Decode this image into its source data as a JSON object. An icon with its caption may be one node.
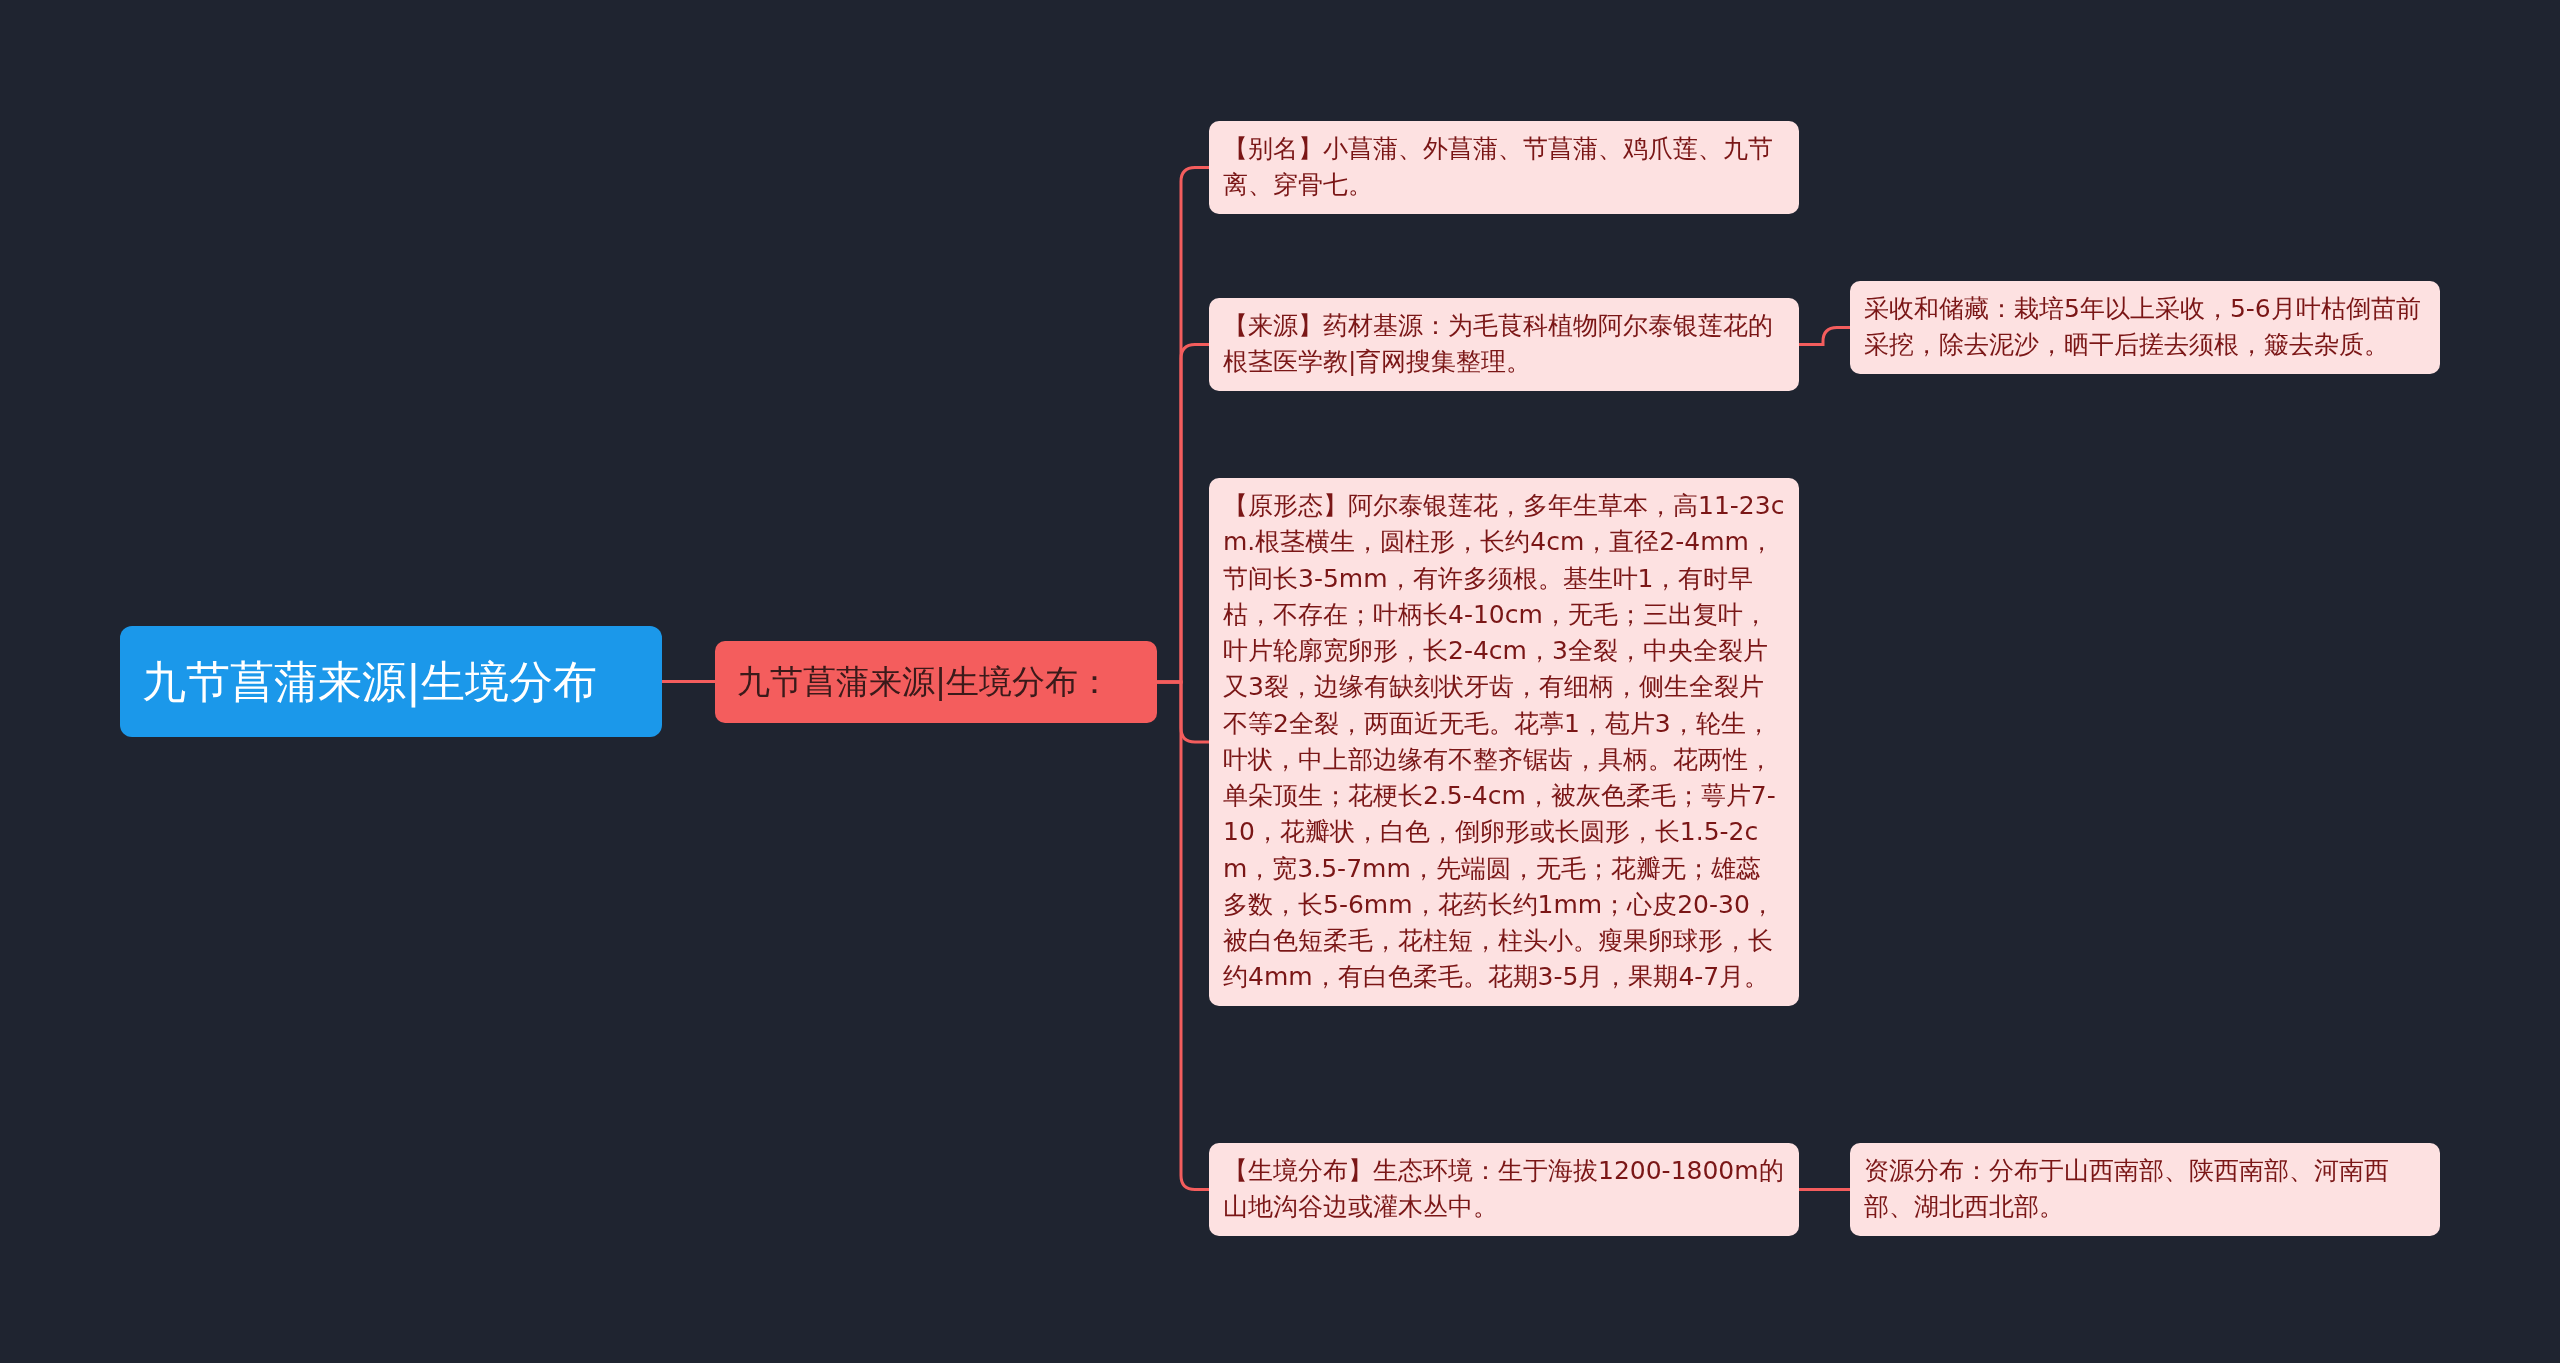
{
  "diagram": {
    "nodes": [
      {
        "text": [
          "九节菖蒲来源|生境分布"
        ]
      },
      {
        "text": [
          "九节菖蒲来源|生境分布："
        ]
      },
      {
        "text": [
          "【别名】小菖蒲、外菖蒲、节菖蒲、鸡爪莲、九节离、穿骨七。"
        ]
      },
      {
        "text": [
          "【来源】药材基源：为毛茛科植物阿尔泰银莲花的根茎医学教|育网搜集整理。"
        ]
      },
      {
        "text": [
          "采收和储藏：栽培5年以上采收，5-6月叶枯倒苗前采挖，除去泥沙，晒干后搓去须根，簸去杂质。"
        ]
      },
      {
        "text": [
          "【原形态】阿尔泰银莲花，多年生草本，高11-23cm.根茎横生，圆柱形，长约4cm，直径2-4mm，节间长3-5mm，有许多须根。基生叶1，有时早枯，不存在；叶柄长4-10cm，无毛；三出复叶，叶片轮廓宽卵形，长2-4cm，3全裂，中央全裂片又3裂，边缘有缺刻状牙齿，有细柄，侧生全裂片不等2全裂，两面近无毛。花葶1，苞片3，轮生，叶状，中上部边缘有不整齐锯齿，具柄。花两性，单朵顶生；花梗长2.5-4cm，被灰色柔毛；萼片7-10，花瓣状，白色，倒卵形或长圆形，长1.5-2cm，宽3.5-7mm，先端圆，无毛；花瓣无；雄蕊多数，长5-6mm，花药长约1mm；心皮20-30，被白色短柔毛，花柱短，柱头小。瘦果卵球形，长约4mm，有白色柔毛。花期3-5月，果期4-7月。"
        ]
      },
      {
        "text": [
          "【生境分布】生态环境：生于海拔1200-1800m的山地沟谷边或灌木丛中。"
        ]
      },
      {
        "text": [
          "资源分布：分布于山西南部、陕西南部、河南西部、湖北西北部。"
        ]
      }
    ],
    "edges": [
      {
        "from": 0,
        "to": 1,
        "arrow": "none"
      },
      {
        "from": 1,
        "to": 2,
        "arrow": "none"
      },
      {
        "from": 1,
        "to": 3,
        "arrow": "none"
      },
      {
        "from": 3,
        "to": 4,
        "arrow": "none"
      },
      {
        "from": 1,
        "to": 5,
        "arrow": "none"
      },
      {
        "from": 1,
        "to": 6,
        "arrow": "none"
      },
      {
        "from": 6,
        "to": 7,
        "arrow": "none"
      }
    ]
  }
}
